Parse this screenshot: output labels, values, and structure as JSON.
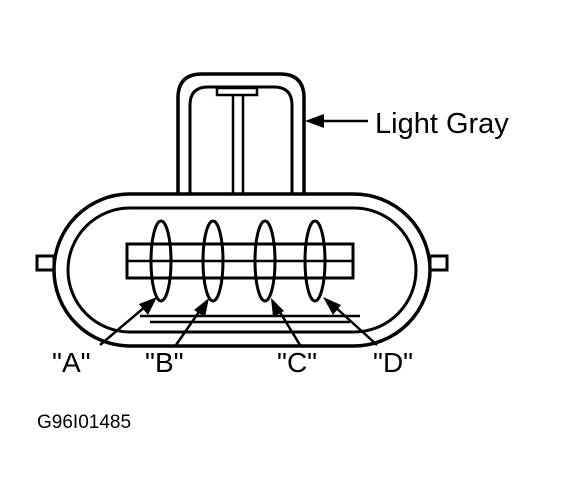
{
  "diagram": {
    "color_callout": "Light Gray",
    "pins": [
      {
        "id": "A",
        "label": "\"A\""
      },
      {
        "id": "B",
        "label": "\"B\""
      },
      {
        "id": "C",
        "label": "\"C\""
      },
      {
        "id": "D",
        "label": "\"D\""
      }
    ],
    "figure_code": "G96I01485"
  },
  "colors": {
    "ink": "#000000",
    "background": "#ffffff"
  }
}
